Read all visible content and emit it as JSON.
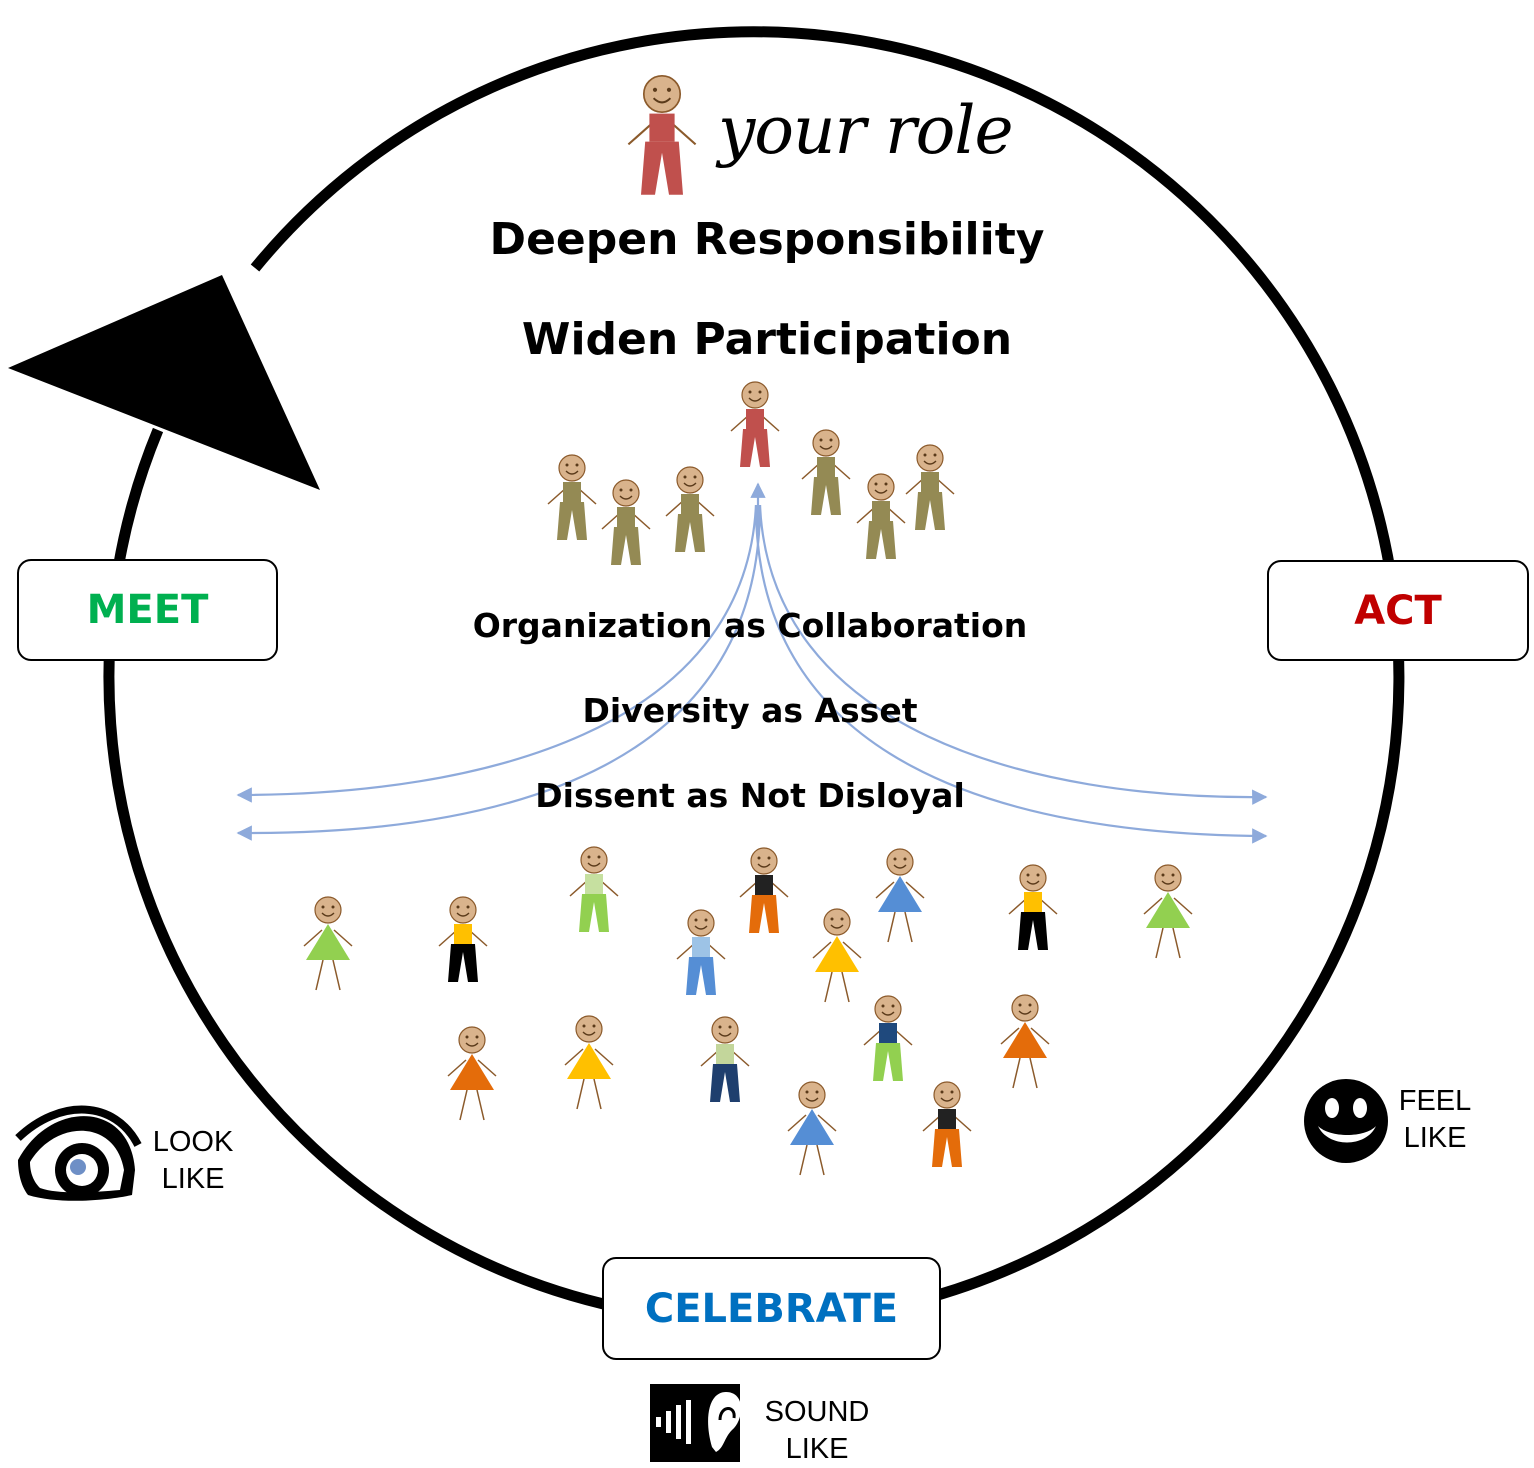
{
  "role_label": "your role",
  "headings": {
    "deepen": "Deepen Responsibility",
    "widen": "Widen Participation"
  },
  "principles": [
    "Organization as Collaboration",
    "Diversity as Asset",
    "Dissent as Not Disloyal"
  ],
  "stages": {
    "meet": {
      "label": "MEET",
      "color": "#00b050"
    },
    "act": {
      "label": "ACT",
      "color": "#c00000"
    },
    "celebrate": {
      "label": "CELEBRATE",
      "color": "#0070c0"
    }
  },
  "senses": {
    "look": {
      "line1": "LOOK",
      "line2": "LIKE",
      "icon": "eye-icon"
    },
    "feel": {
      "line1": "FEEL",
      "line2": "LIKE",
      "icon": "smiley-face-icon"
    },
    "sound": {
      "line1": "SOUND",
      "line2": "LIKE",
      "icon": "ear-icon"
    }
  },
  "colors": {
    "cycle": "#000000",
    "arrows": "#8eaadb",
    "leader": "#c0504d",
    "group": "#948a54",
    "skin": "#d9b38c"
  }
}
